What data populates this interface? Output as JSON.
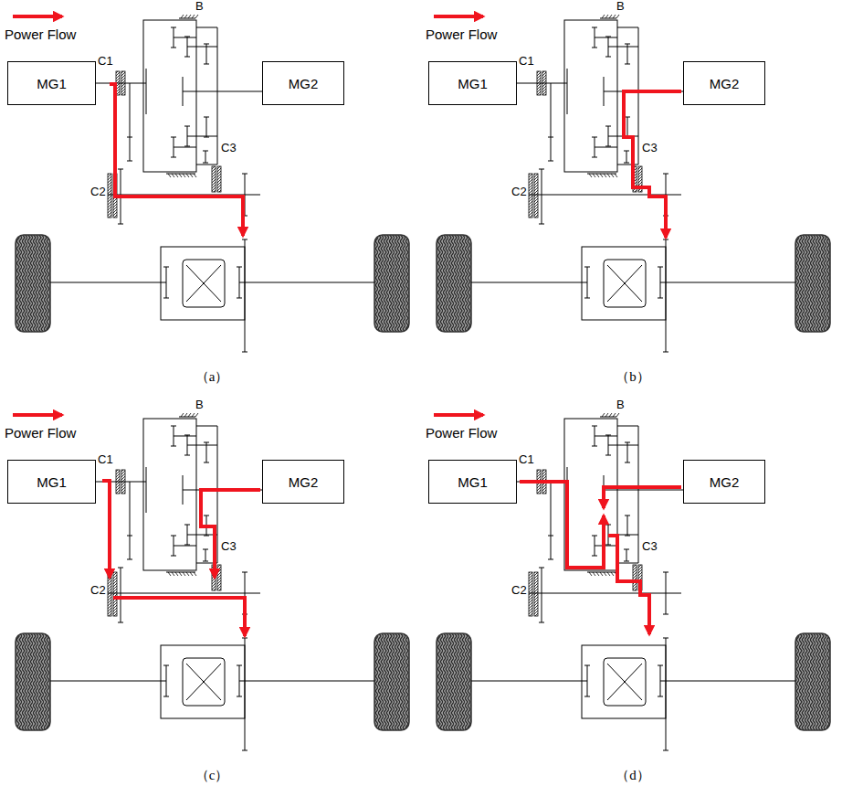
{
  "diagram": {
    "nodes": [
      {
        "text": [
          "MG1"
        ]
      },
      {
        "text": [
          "MG2"
        ]
      },
      {
        "text": [
          "MG1"
        ]
      },
      {
        "text": [
          "MG2"
        ]
      },
      {
        "text": [
          "MG1"
        ]
      },
      {
        "text": [
          "MG2"
        ]
      },
      {
        "text": [
          "MG1"
        ]
      },
      {
        "text": [
          "MG2"
        ]
      }
    ],
    "labels": [
      "Power Flow",
      "C1",
      "B",
      "C2",
      "C3",
      "（a）",
      "Power Flow",
      "C1",
      "B",
      "C2",
      "C3",
      "（b）",
      "Power Flow",
      "C1",
      "B",
      "C2",
      "C3",
      "（c）",
      "Power Flow",
      "C1",
      "B",
      "C2",
      "C3",
      "（d）"
    ]
  }
}
